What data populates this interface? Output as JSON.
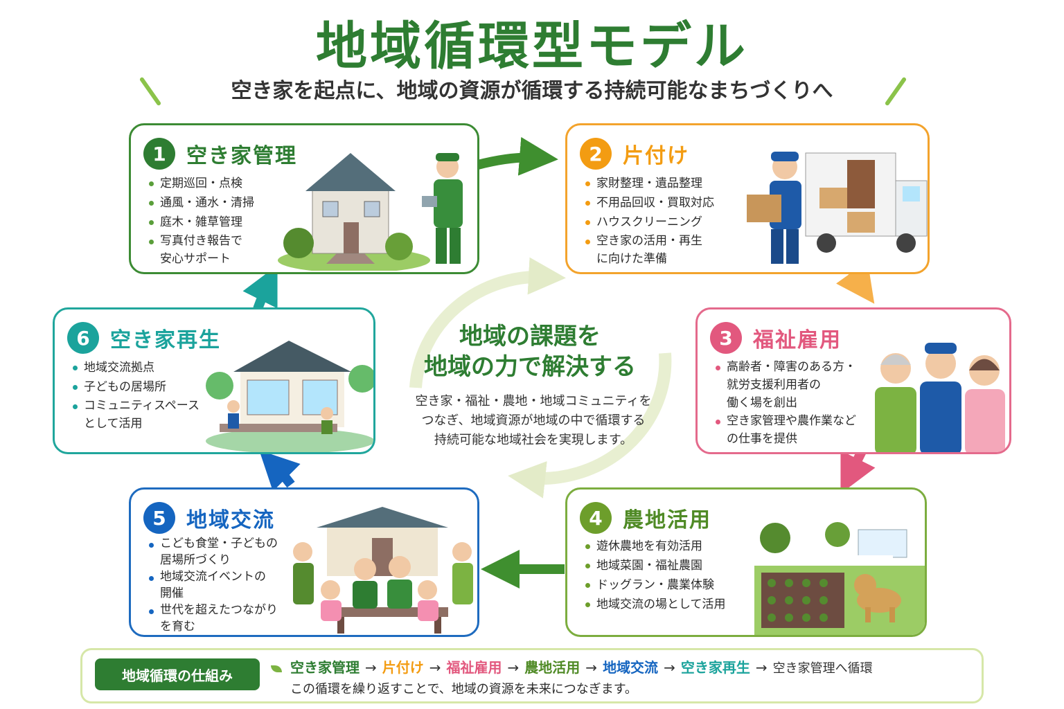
{
  "title": "地域循環型モデル",
  "subtitle": "空き家を起点に、地域の資源が循環する持続可能なまちづくりへ",
  "colors": {
    "green": "#2e7d32",
    "orange": "#f39c12",
    "pink": "#e2587e",
    "olive": "#6d9e2b",
    "blue": "#1565c0",
    "teal": "#1ba39c"
  },
  "cards": [
    {
      "num": "1",
      "title": "空き家管理",
      "items": [
        "定期巡回・点検",
        "通風・通水・清掃",
        "庭木・雑草管理",
        "写真付き報告で\n安心サポート"
      ]
    },
    {
      "num": "2",
      "title": "片付け",
      "items": [
        "家財整理・遺品整理",
        "不用品回収・買取対応",
        "ハウスクリーニング",
        "空き家の活用・再生\nに向けた準備"
      ]
    },
    {
      "num": "3",
      "title": "福祉雇用",
      "items": [
        "高齢者・障害のある方・\n就労支援利用者の\n働く場を創出",
        "空き家管理や農作業など\nの仕事を提供"
      ]
    },
    {
      "num": "4",
      "title": "農地活用",
      "items": [
        "遊休農地を有効活用",
        "地域菜園・福祉農園",
        "ドッグラン・農業体験",
        "地域交流の場として活用"
      ]
    },
    {
      "num": "5",
      "title": "地域交流",
      "items": [
        "こども食堂・子どもの\n居場所づくり",
        "地域交流イベントの\n開催",
        "世代を超えたつながり\nを育む"
      ]
    },
    {
      "num": "6",
      "title": "空き家再生",
      "items": [
        "地域交流拠点",
        "子どもの居場所",
        "コミュニティスペース\nとして活用"
      ]
    }
  ],
  "center": {
    "title": "地域の課題を\n地域の力で解決する",
    "text": "空き家・福祉・農地・地域コミュニティを\nつなぎ、地域資源が地域の中で循環する\n持続可能な地域社会を実現します。"
  },
  "flow": {
    "badge": "地域循環の仕組み",
    "steps": [
      "空き家管理",
      "片付け",
      "福祉雇用",
      "農地活用",
      "地域交流",
      "空き家再生"
    ],
    "arrow": "→",
    "tail": "空き家管理へ循環",
    "note": "この循環を繰り返すことで、地域の資源を未来につなぎます。"
  }
}
